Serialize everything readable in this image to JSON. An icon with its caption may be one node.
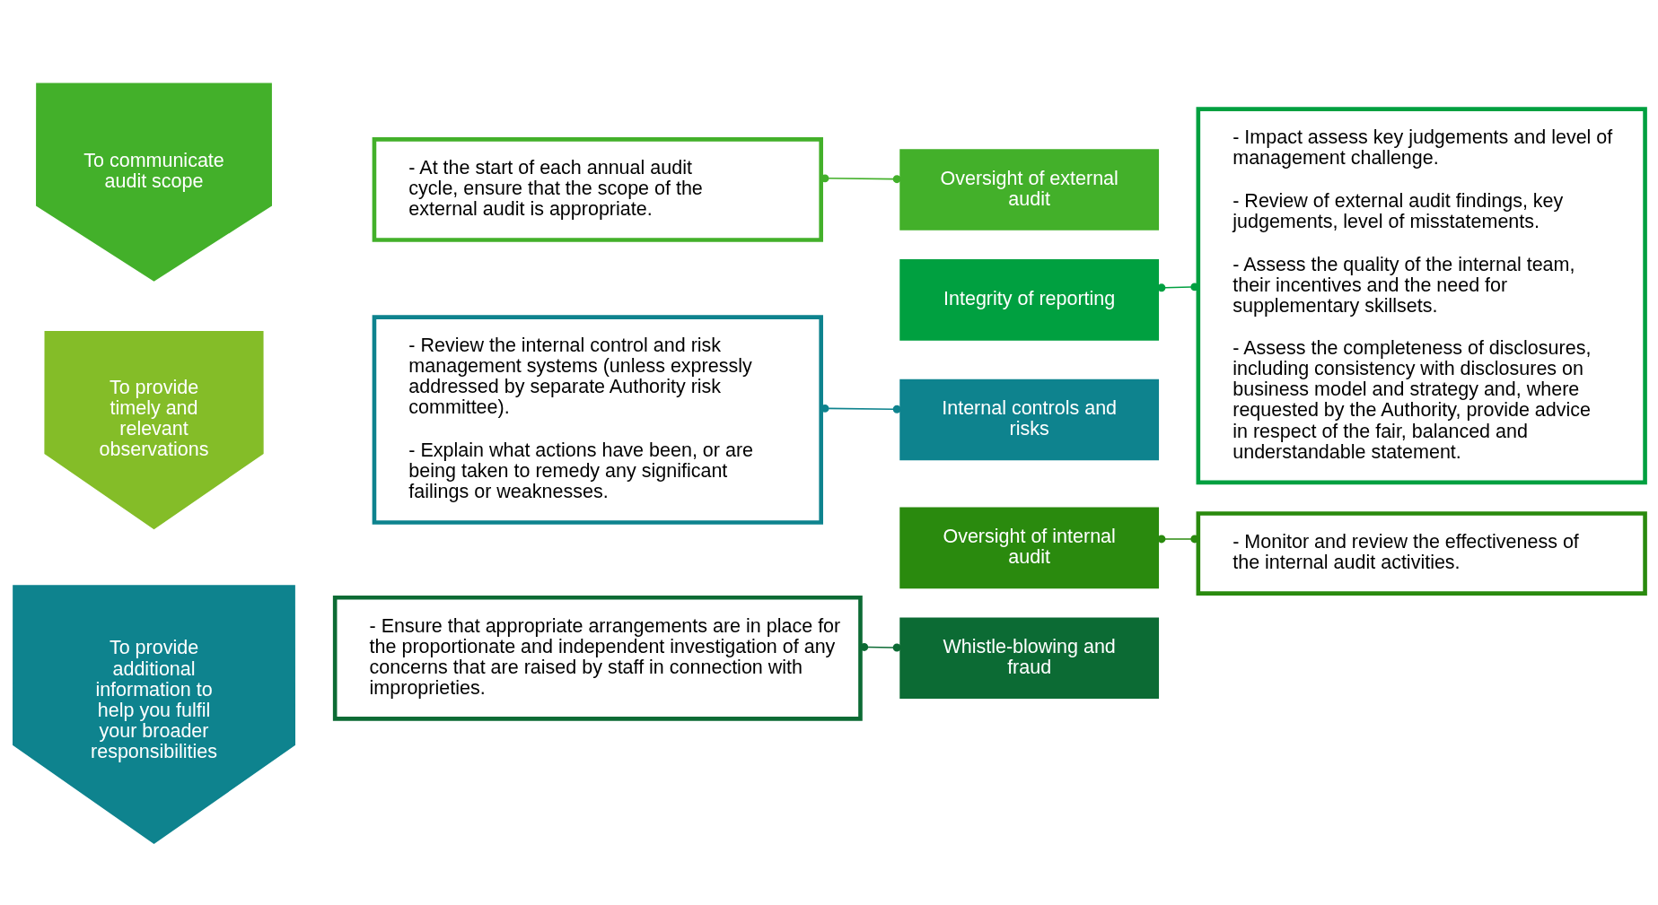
{
  "diagram": {
    "nodes": [
      {
        "text": [
          "To communicate audit scope"
        ]
      },
      {
        "text": [
          "To provide timely and relevant observations"
        ]
      },
      {
        "text": [
          "To provide additional information to help you fulfil your broader responsibilities"
        ]
      },
      {
        "text": [
          "- At the start of each annual audit cycle, ensure that the scope of the external audit is appropriate."
        ]
      },
      {
        "text": [
          "Oversight of external audit"
        ]
      },
      {
        "text": [
          "Integrity of reporting"
        ]
      },
      {
        "text": [
          "- Impact assess key judgements and level of management challenge.",
          "- Review of external audit findings, key judgements, level of misstatements.",
          "- Assess the quality of the internal team, their incentives and the need for supplementary skillsets.",
          "- Assess the completeness of disclosures, including consistency with disclosures on business model and strategy and, where requested by the Authority, provide advice in respect of the fair, balanced and understandable statement."
        ]
      },
      {
        "text": [
          "- Review the internal control and risk management systems (unless expressly addressed by separate Authority risk committee).",
          "- Explain what actions have been, or are being taken to remedy any significant failings or weaknesses."
        ]
      },
      {
        "text": [
          "Internal controls and risks"
        ]
      },
      {
        "text": [
          "Oversight of internal audit"
        ]
      },
      {
        "text": [
          "- Monitor and review the effectiveness of the internal audit activities."
        ]
      },
      {
        "text": [
          "Whistle-blowing and fraud"
        ]
      },
      {
        "text": [
          "- Ensure that appropriate arrangements are in place for the proportionate and independent investigation of any concerns that are raised by staff in connection with improprieties."
        ]
      }
    ],
    "edges": [
      {
        "from": 4,
        "to": 3,
        "arrow": "other",
        "color": "#43b02a"
      },
      {
        "from": 5,
        "to": 6,
        "arrow": "other",
        "color": "#00a040"
      },
      {
        "from": 8,
        "to": 7,
        "arrow": "other",
        "color": "#0e838e"
      },
      {
        "from": 9,
        "to": 10,
        "arrow": "other",
        "color": "#2a8a0e"
      },
      {
        "from": 11,
        "to": 12,
        "arrow": "other",
        "color": "#0c6b34"
      }
    ]
  }
}
